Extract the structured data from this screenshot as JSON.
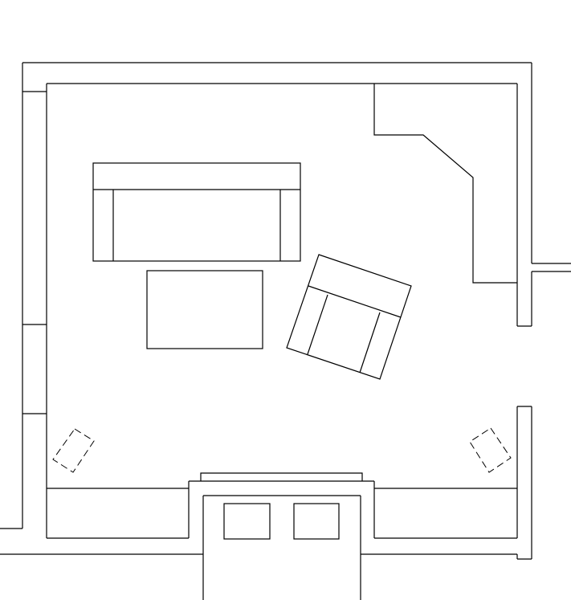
{
  "diagram": {
    "type": "floor-plan",
    "style": "line-drawing",
    "line_color": "#000000",
    "background_color": "#ffffff",
    "elements": [
      "outer-wall",
      "inner-wall",
      "fireplace",
      "sofa",
      "coffee-table",
      "armchair",
      "corner-built-in",
      "window-wall-left",
      "door-opening-right",
      "low-cabinet-bottom",
      "entry-alcove",
      "floor-lamp-left",
      "floor-lamp-right"
    ]
  }
}
